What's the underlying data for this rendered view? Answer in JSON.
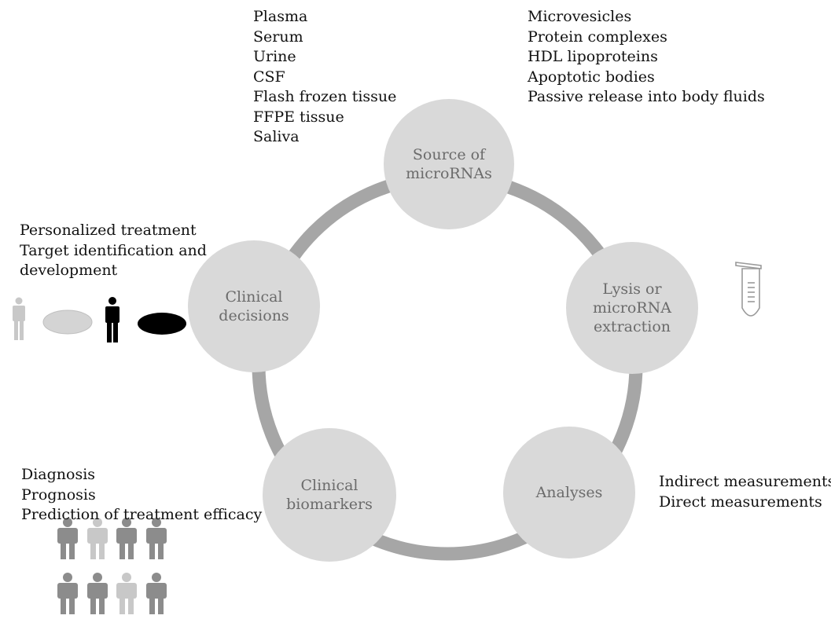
{
  "nodes": {
    "source": "Source of\nmicroRNAs",
    "lysis": "Lysis or\nmicroRNA\nextraction",
    "analyses": "Analyses",
    "biomarkers": "Clinical\nbiomarkers",
    "decisions": "Clinical\ndecisions"
  },
  "lists": {
    "sample_types": [
      "Plasma",
      "Serum",
      "Urine",
      "CSF",
      "Flash frozen tissue",
      "FFPE tissue",
      "Saliva"
    ],
    "release_mechanisms": [
      "Microvesicles",
      "Protein complexes",
      "HDL lipoproteins",
      "Apoptotic bodies",
      "Passive release into body fluids"
    ],
    "measurements": [
      "Indirect measurements",
      "Direct measurements"
    ],
    "biomarker_uses": [
      "Diagnosis",
      "Prognosis",
      "Prediction of treatment efficacy"
    ],
    "decision_uses": [
      "Personalized treatment",
      "Target identification and",
      "development"
    ]
  },
  "colors": {
    "node_fill": "#d9d9d9",
    "ring": "#a6a6a6",
    "node_text": "#6b6b6b",
    "person_dark": "#000000",
    "person_mid": "#8c8c8c",
    "person_light": "#c8c8c8"
  },
  "icons": {
    "tube": "microcentrifuge-tube-icon",
    "person": "person-icon",
    "pill": "pill-icon"
  }
}
